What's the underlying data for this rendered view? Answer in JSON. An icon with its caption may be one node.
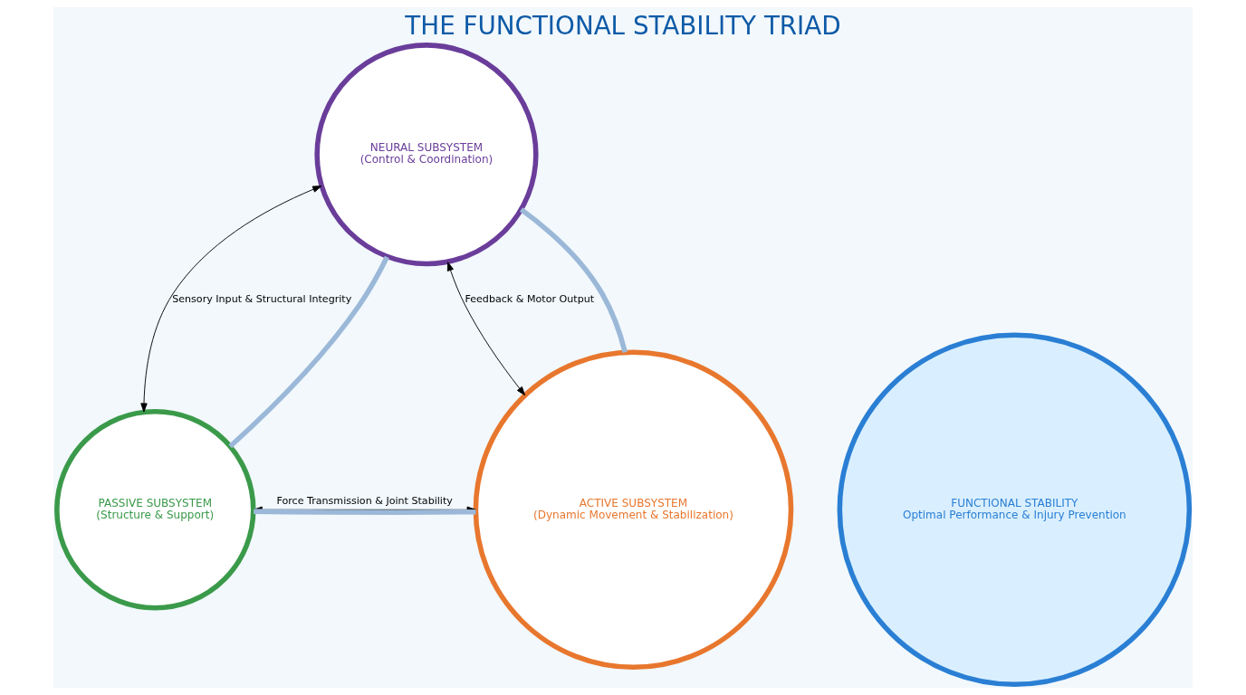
{
  "diagram": {
    "title": "THE FUNCTIONAL STABILITY TRIAD",
    "nodes": [
      {
        "text": [
          "NEURAL SUBSYSTEM",
          "(Control & Coordination)"
        ]
      },
      {
        "text": [
          "PASSIVE SUBSYSTEM",
          "(Structure & Support)"
        ]
      },
      {
        "text": [
          "FUNCTIONAL STABILITY",
          "Optimal Performance & Injury Prevention"
        ]
      },
      {
        "text": [
          "ACTIVE SUBSYSTEM",
          "(Dynamic Movement & Stabilization)"
        ]
      }
    ],
    "edges": [
      {
        "from": 0,
        "to": 1,
        "arrow": "both",
        "label": "Sensory Input & Structural Integrity"
      },
      {
        "from": 0,
        "to": 3,
        "arrow": "both",
        "label": "Feedback & Motor Output"
      },
      {
        "from": 1,
        "to": 3,
        "arrow": "both",
        "label": "Force Transmission & Joint Stability"
      },
      {
        "from": 0,
        "to": 1,
        "arrow": "none",
        "style": "thick",
        "color": "#9bb8d8"
      },
      {
        "from": 0,
        "to": 3,
        "arrow": "none",
        "style": "thick",
        "color": "#9bb8d8"
      },
      {
        "from": 1,
        "to": 3,
        "arrow": "none",
        "style": "thick",
        "color": "#9bb8d8"
      }
    ]
  }
}
